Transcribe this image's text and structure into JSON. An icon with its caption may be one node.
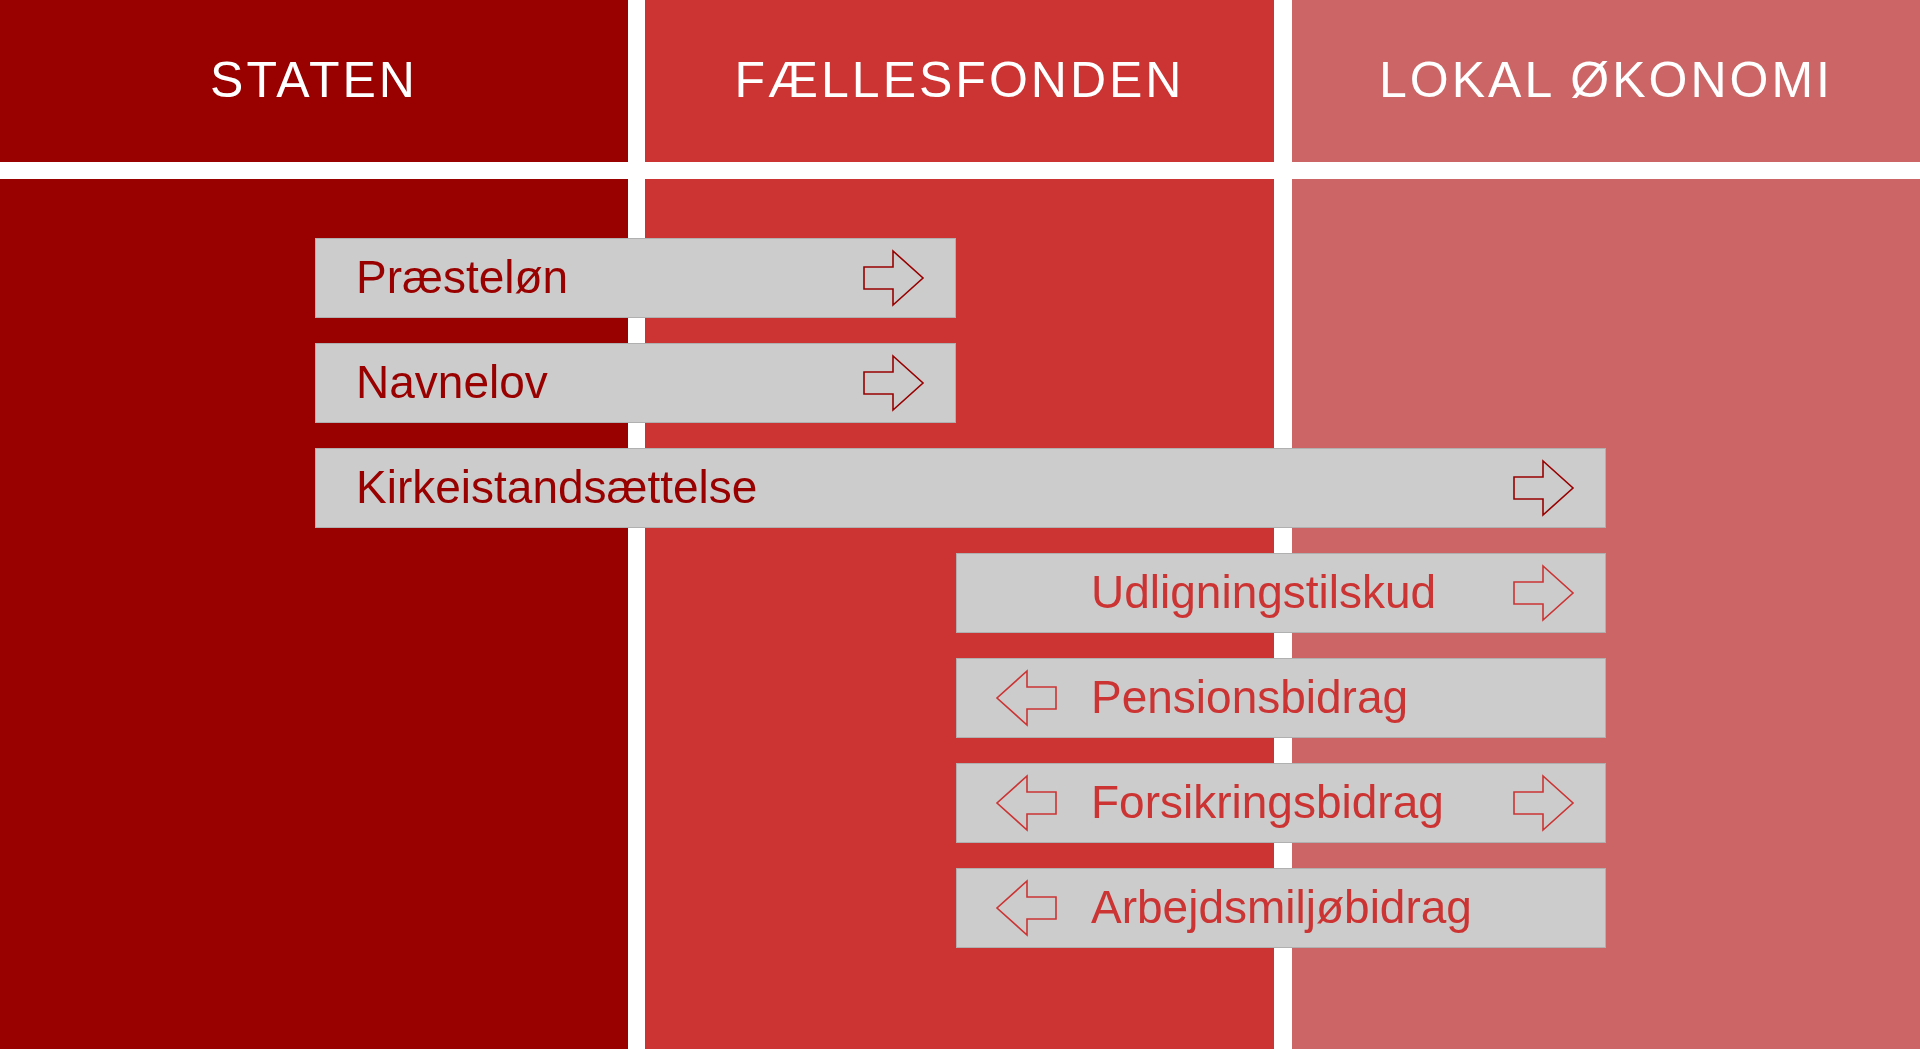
{
  "diagram": {
    "nodes": [
      {
        "text": [
          "STATEN"
        ]
      },
      {
        "text": [
          "FÆLLESFONDEN"
        ]
      },
      {
        "text": [
          "LOKAL ØKONOMI"
        ]
      },
      {
        "text": [
          "Præsteløn"
        ]
      },
      {
        "text": [
          "Navnelov"
        ]
      },
      {
        "text": [
          "Kirkeistandsættelse"
        ]
      },
      {
        "text": [
          "Udligningstilskud"
        ]
      },
      {
        "text": [
          "Pensionsbidrag"
        ]
      },
      {
        "text": [
          "Forsikringsbidrag"
        ]
      },
      {
        "text": [
          "Arbejdsmiljøbidrag"
        ]
      }
    ]
  }
}
